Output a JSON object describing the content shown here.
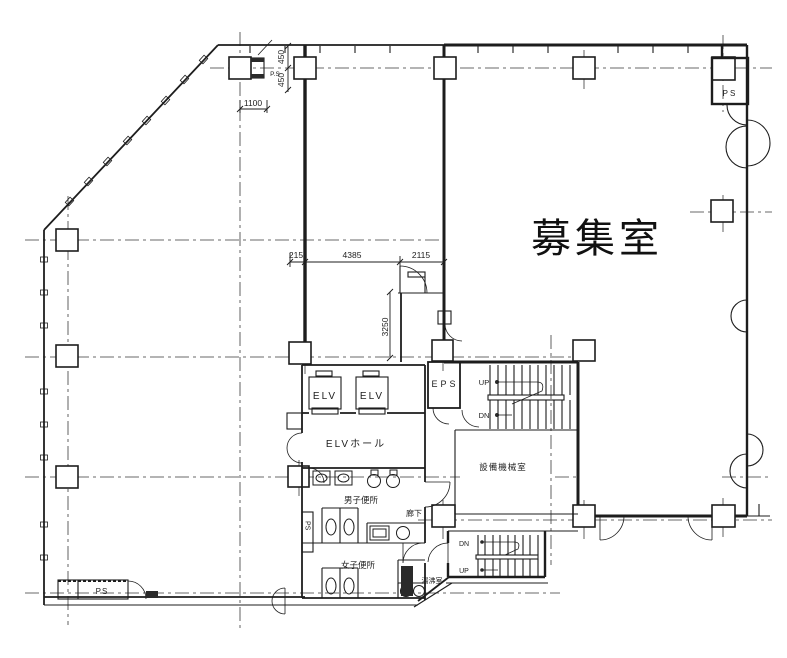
{
  "colors": {
    "line": "#1d1d1d",
    "background": "#ffffff"
  },
  "labels": {
    "main_room": "募集室",
    "elv_left": "ELV",
    "elv_right": "ELV",
    "elv_hall": "ELVホール",
    "eps": "EPS",
    "machine_room": "設備機械室",
    "mens_toilet": "男子便所",
    "womens_toilet": "女子便所",
    "corridor": "廊下",
    "kitchenette": "湯沸室",
    "ps_top_left": "P.S",
    "ps_top_right": "PS",
    "ps_bottom_left": "PS",
    "ps_shaft": "PS",
    "stair_upper_up": "UP",
    "stair_upper_dn": "DN",
    "stair_lower_dn": "DN",
    "stair_lower_up": "UP"
  },
  "dimensions": {
    "d450_top": "450",
    "d450_bottom": "450",
    "d1100": "1100",
    "d215": "215",
    "d4385": "4385",
    "d2115": "2115",
    "d3250": "3250"
  }
}
